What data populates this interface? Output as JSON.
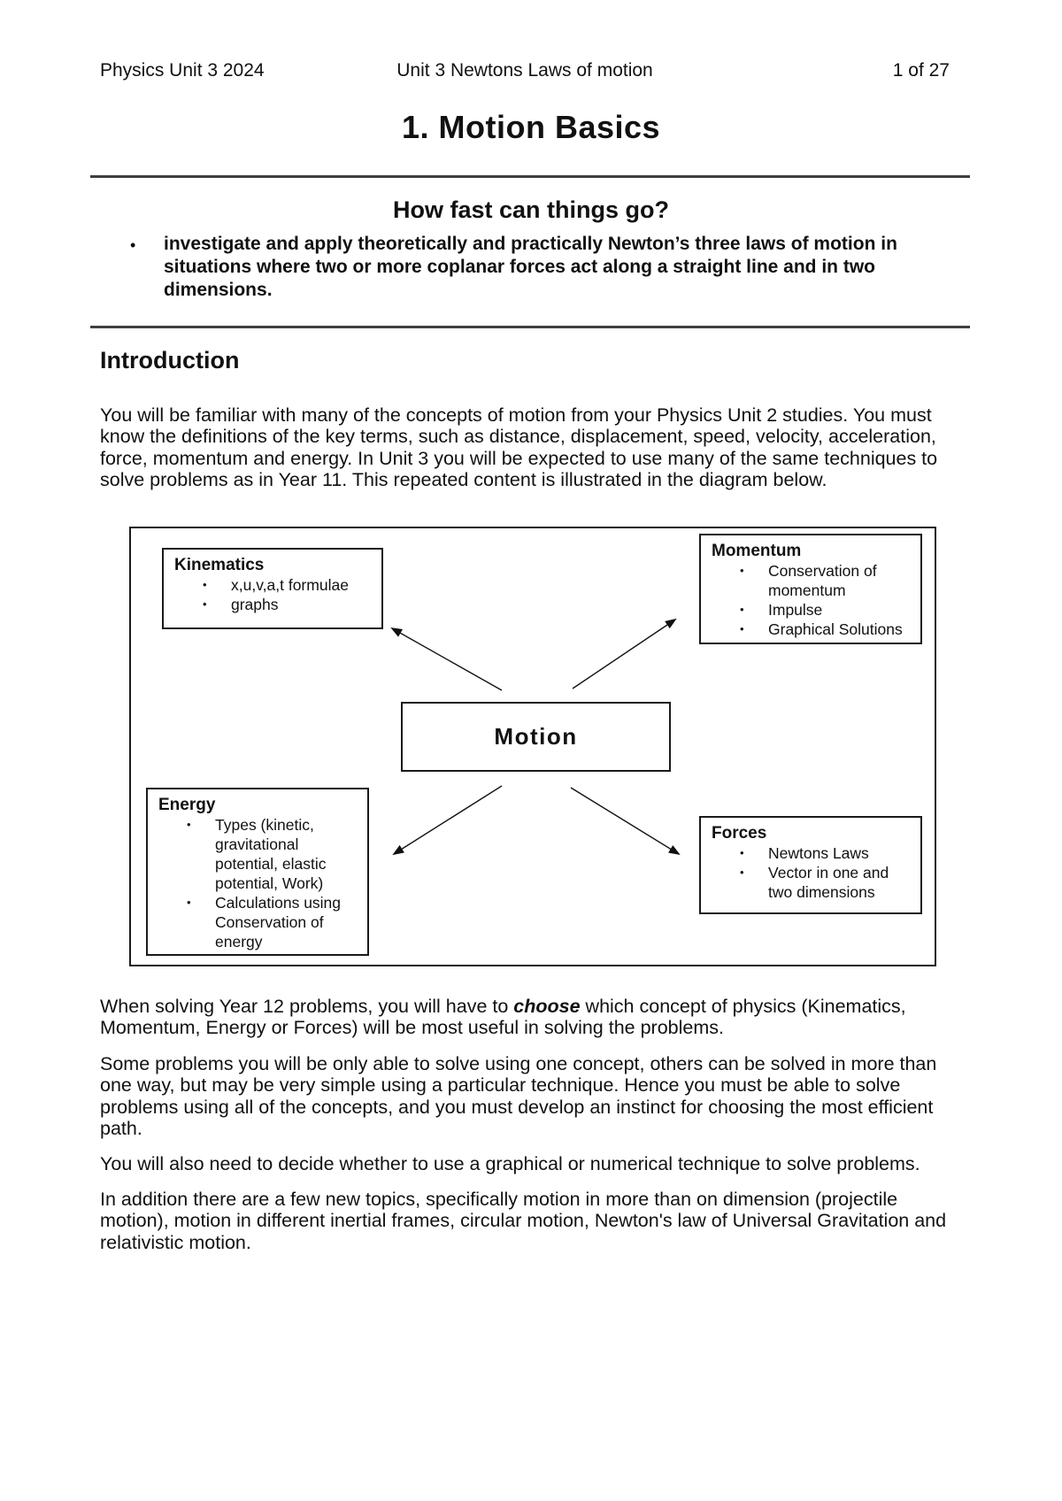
{
  "header": {
    "left": "Physics Unit 3 2024",
    "center": "Unit 3 Newtons Laws of motion",
    "right": "1 of 27"
  },
  "title": "1. Motion Basics",
  "section": {
    "heading": "How fast can things go?",
    "bullet_glyph": "•",
    "outcome": "investigate and apply theoretically and practically Newton’s three laws of motion in situations where two or more coplanar forces act along a straight line and in two dimensions."
  },
  "introduction": {
    "heading": "Introduction",
    "paragraph": "You will be familiar with many of the concepts of motion from your Physics Unit 2 studies. You must know the definitions of the key terms, such as distance, displacement, speed, velocity, acceleration, force, momentum and energy. In Unit 3 you will be expected to use many of the same techniques to solve problems as in Year 11. This repeated content is illustrated in the diagram below."
  },
  "diagram": {
    "bullet_glyph": "•",
    "motion_label": "Motion",
    "kinematics": {
      "title": "Kinematics",
      "items": [
        "x,u,v,a,t formulae",
        "graphs"
      ]
    },
    "momentum": {
      "title": "Momentum",
      "items": [
        "Conservation of momentum",
        "Impulse",
        "Graphical Solutions"
      ]
    },
    "energy": {
      "title": "Energy",
      "items": [
        "Types (kinetic, gravitational potential, elastic potential, Work)",
        "Calculations using Conservation of energy"
      ]
    },
    "forces": {
      "title": "Forces",
      "items": [
        "Newtons Laws",
        "Vector in one and two dimensions"
      ]
    }
  },
  "body": {
    "p1": {
      "before": "When solving Year 12 problems, you will have to ",
      "bold": "choose",
      "after": " which concept of physics (Kinematics, Momentum, Energy or Forces) will be most useful in solving the problems."
    },
    "p2": "Some problems you will be only able to solve using one concept, others can be solved in more than one way, but may be very simple using a particular technique. Hence you must be able to solve problems using all of the concepts, and you must develop an instinct for choosing the most efficient path.",
    "p3": "You will also need to decide whether to use a graphical or numerical technique to solve problems.",
    "p4": "In addition there are a few new topics, specifically motion in more than on dimension (projectile motion), motion in different inertial frames, circular motion, Newton's law of Universal Gravitation and relativistic motion."
  }
}
